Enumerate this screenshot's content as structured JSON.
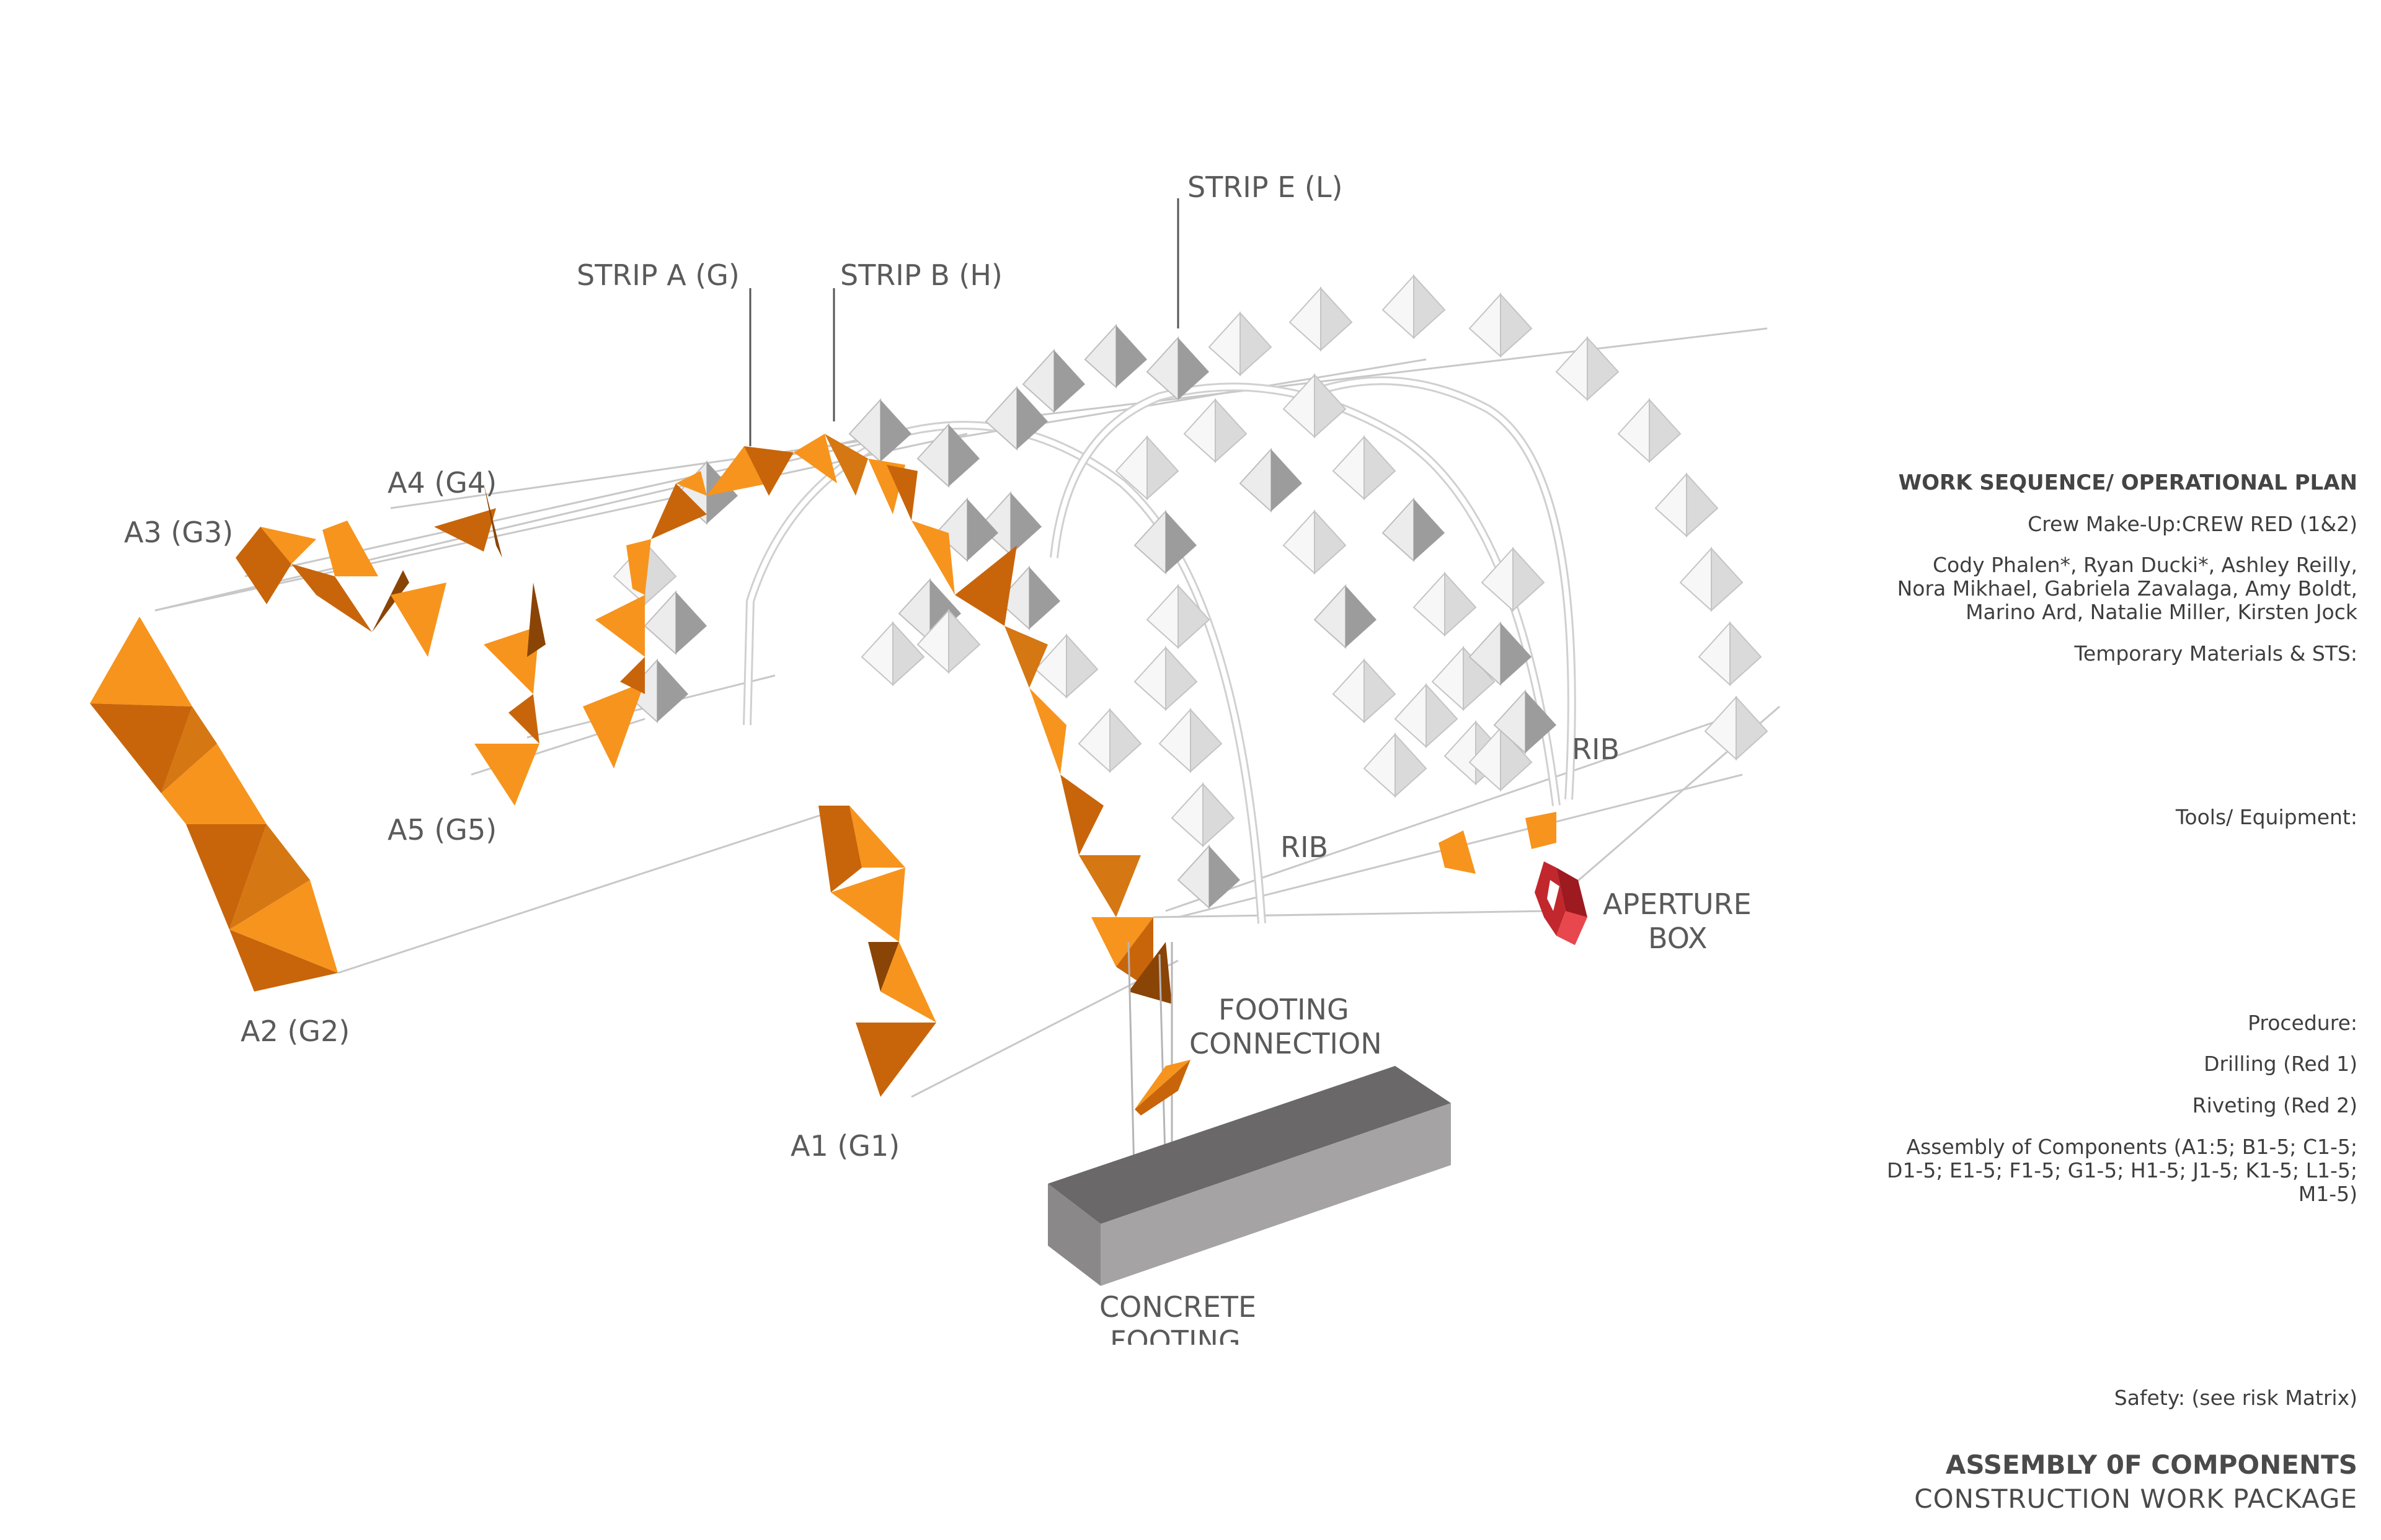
{
  "labels": {
    "strip_e": "STRIP E (L)",
    "strip_a": "STRIP A (G)",
    "strip_b": "STRIP B (H)",
    "a3": "A3 (G3)",
    "a4": "A4 (G4)",
    "a5": "A5 (G5)",
    "a2": "A2 (G2)",
    "a1": "A1 (G1)",
    "rib_1": "RIB",
    "rib_2": "RIB",
    "aperture_line1": "APERTURE",
    "aperture_line2": "BOX",
    "footing_conn_line1": "FOOTING",
    "footing_conn_line2": "CONNECTION",
    "concrete_line1": "CONCRETE",
    "concrete_line2": "FOOTING"
  },
  "panel": {
    "heading": "WORK SEQUENCE/ OPERATIONAL PLAN",
    "crew": "Crew Make-Up:CREW RED (1&2)",
    "members_line1": "Cody Phalen*, Ryan Ducki*, Ashley Reilly,",
    "members_line2": "Nora Mikhael, Gabriela Zavalaga, Amy Boldt,",
    "members_line3": "Marino Ard, Natalie Miller, Kirsten Jock",
    "temp_materials": "Temporary Materials & STS:",
    "tools": "Tools/ Equipment:",
    "procedure": "Procedure:",
    "drilling": "Drilling (Red 1)",
    "riveting": "Riveting (Red 2)",
    "assembly_line1": "Assembly of Components (A1:5; B1-5; C1-5;",
    "assembly_line2": "D1-5; E1-5; F1-5; G1-5; H1-5; J1-5; K1-5; L1-5;",
    "assembly_line3": "M1-5)",
    "safety": "Safety: (see risk Matrix)",
    "title": "ASSEMBLY 0F COMPONENTS",
    "subtitle": "CONSTRUCTION WORK PACKAGE"
  },
  "colors": {
    "orange_light": "#f7941d",
    "orange_dark": "#c8650a",
    "grey_face": "#a6a6a6",
    "white_face": "#f2f2f2",
    "aperture_red": "#c1272d",
    "concrete_top": "#6b6869",
    "concrete_side": "#9d9b9b"
  }
}
